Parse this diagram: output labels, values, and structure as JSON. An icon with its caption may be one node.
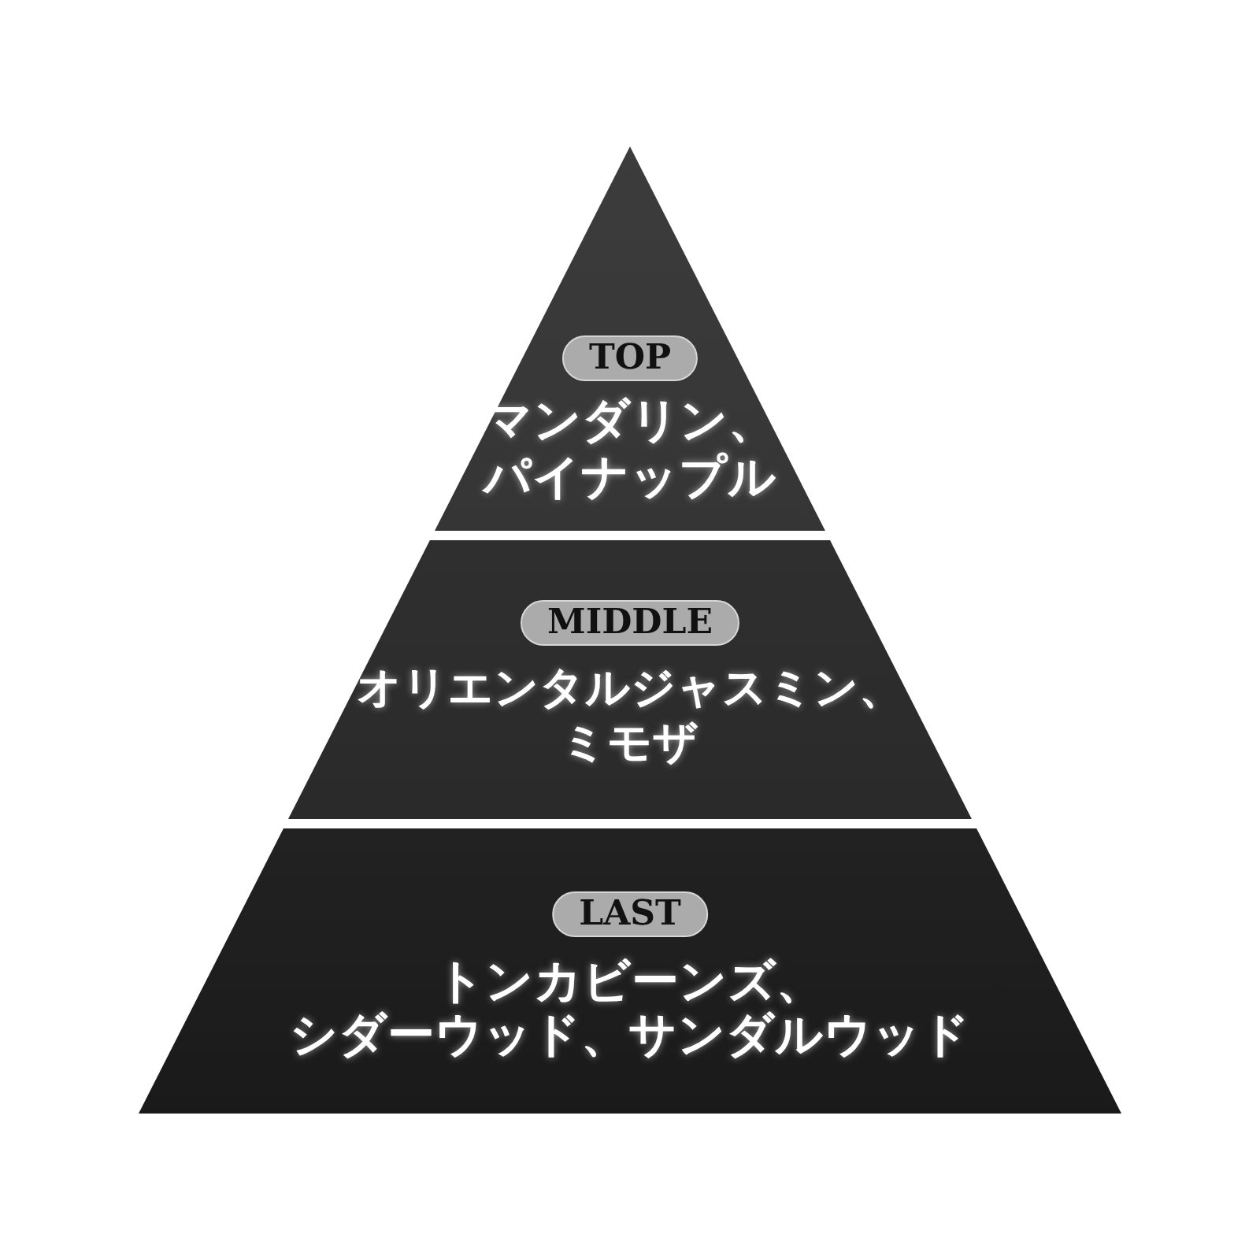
{
  "diagram": {
    "nodes": [
      {
        "text": [
          "マンダリン、パイナップル"
        ]
      },
      {
        "text": [
          "TOP"
        ],
        "in": 0
      },
      {
        "text": [
          "オリエンタルジャスミン、ミモザ"
        ]
      },
      {
        "text": [
          "MIDDLE"
        ],
        "in": 2
      },
      {
        "text": [
          "トンカビーンズ、シダーウッド、サンダルウッド"
        ]
      },
      {
        "text": [
          "LAST"
        ],
        "in": 4
      }
    ]
  }
}
